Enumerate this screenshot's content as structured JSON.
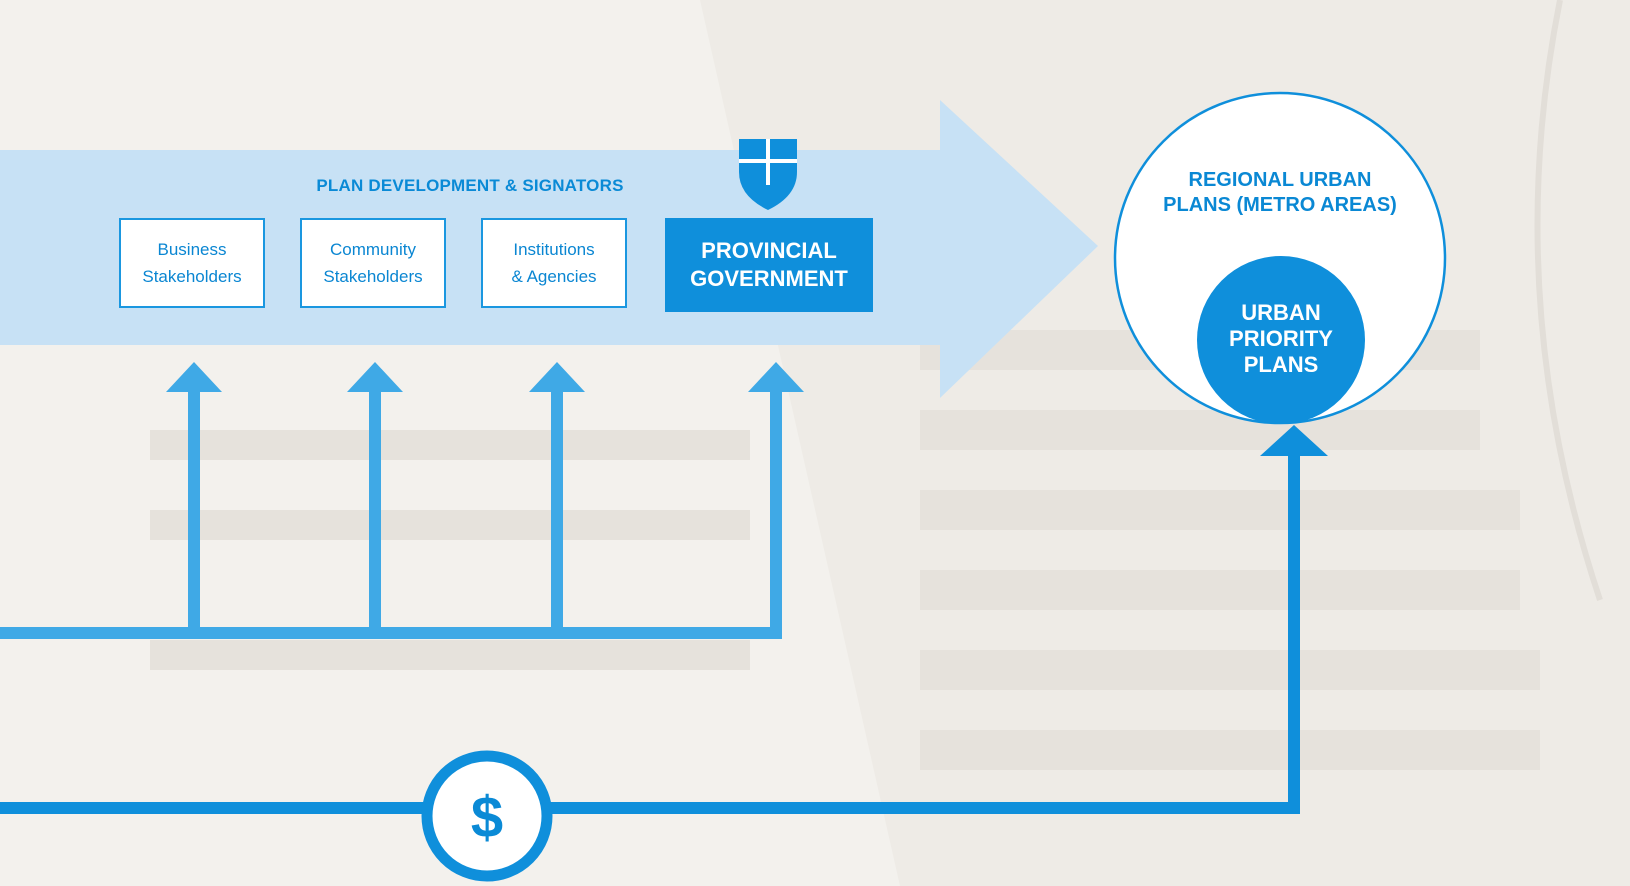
{
  "header": {
    "title": "PLAN DEVELOPMENT & SIGNATORS"
  },
  "signators": [
    {
      "label": "Business\nStakeholders"
    },
    {
      "label": "Community\nStakeholders"
    },
    {
      "label": "Institutions\n& Agencies"
    },
    {
      "label": "PROVINCIAL\nGOVERNMENT"
    }
  ],
  "regional": {
    "title": "REGIONAL URBAN\nPLANS (METRO AREAS)",
    "inner": "URBAN\nPRIORITY\nPLANS"
  },
  "funding": {
    "symbol": "$"
  },
  "colors": {
    "arrow_fill": "#c7e1f5",
    "primary_blue": "#0f8fdb",
    "connector_blue": "#3fa9e6",
    "background": "#f4f2ee"
  },
  "icons": {
    "government": "shield-cross-icon",
    "funding": "dollar-icon"
  }
}
